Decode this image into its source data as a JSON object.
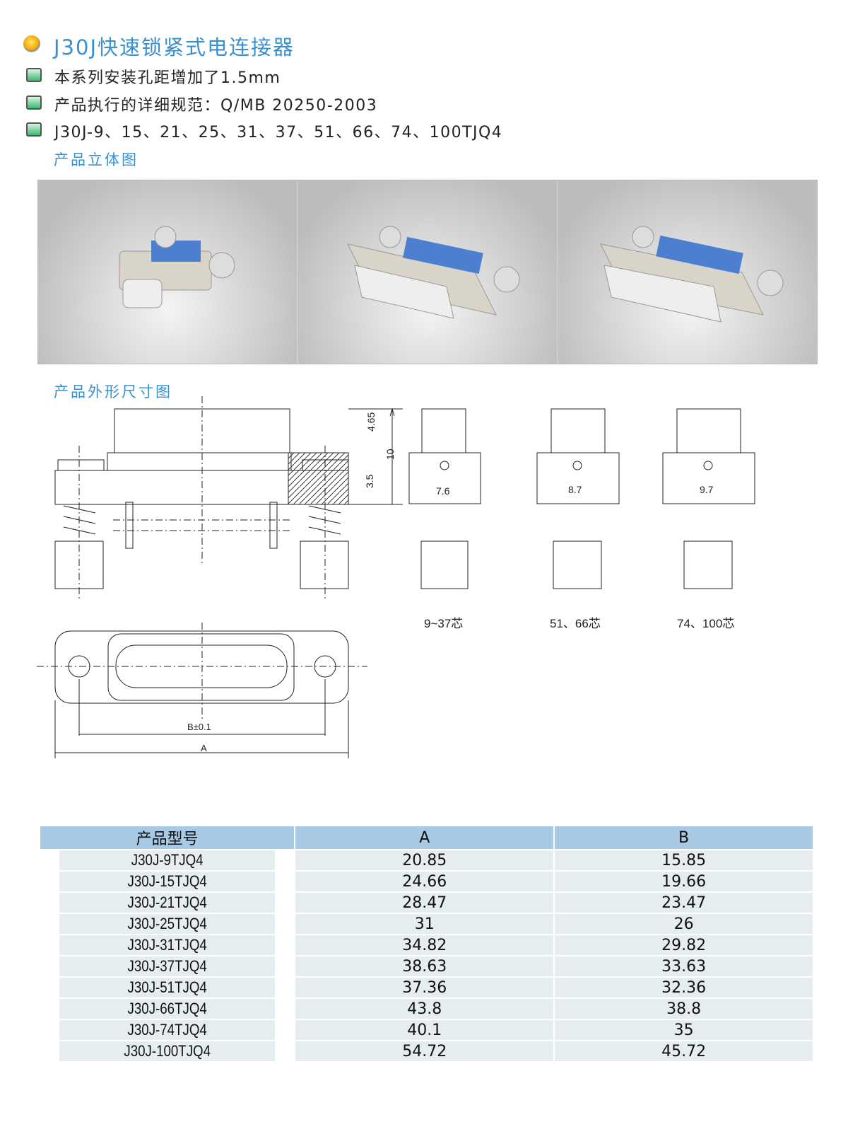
{
  "title": "J30J快速锁紧式电连接器",
  "bullets": [
    "本系列安装孔距增加了1.5mm",
    "产品执行的详细规范：Q/MB 20250-2003",
    "J30J-9、15、21、25、31、37、51、66、74、100TJQ4"
  ],
  "section_3d": "产品立体图",
  "section_dims": "产品外形尺寸图",
  "drawing": {
    "d465": "4.65",
    "d10": "10",
    "d35": "3.5",
    "w1": "7.6",
    "w2": "8.7",
    "w3": "9.7",
    "c1": "9~37芯",
    "c2": "51、66芯",
    "c3": "74、100芯",
    "b": "B±0.1",
    "a": "A"
  },
  "table": {
    "headers": [
      "产品型号",
      "A",
      "B"
    ],
    "rows": [
      [
        "J30J-9TJQ4",
        "20.85",
        "15.85"
      ],
      [
        "J30J-15TJQ4",
        "24.66",
        "19.66"
      ],
      [
        "J30J-21TJQ4",
        "28.47",
        "23.47"
      ],
      [
        "J30J-25TJQ4",
        "31",
        "26"
      ],
      [
        "J30J-31TJQ4",
        "34.82",
        "29.82"
      ],
      [
        "J30J-37TJQ4",
        "38.63",
        "33.63"
      ],
      [
        "J30J-51TJQ4",
        "37.36",
        "32.36"
      ],
      [
        "J30J-66TJQ4",
        "43.8",
        "38.8"
      ],
      [
        "J30J-74TJQ4",
        "40.1",
        "35"
      ],
      [
        "J30J-100TJQ4",
        "54.72",
        "45.72"
      ]
    ]
  }
}
